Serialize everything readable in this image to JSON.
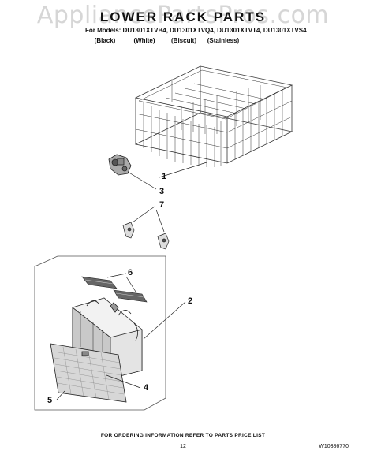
{
  "watermark": "AppliancePartsPros.com",
  "header": {
    "title": "LOWER RACK PARTS",
    "models_line": "For Models: DU1301XTVB4, DU1301XTVQ4, DU1301XTVT4, DU1301XTVS4",
    "finishes": [
      "(Black)",
      "(White)",
      "(Biscuit)",
      "(Stainless)"
    ]
  },
  "callouts": [
    "1",
    "3",
    "7",
    "6",
    "2",
    "4",
    "5"
  ],
  "footer": {
    "ordering_note": "FOR ORDERING INFORMATION REFER TO PARTS PRICE LIST",
    "page_number": "12",
    "document_number": "W10386770"
  }
}
